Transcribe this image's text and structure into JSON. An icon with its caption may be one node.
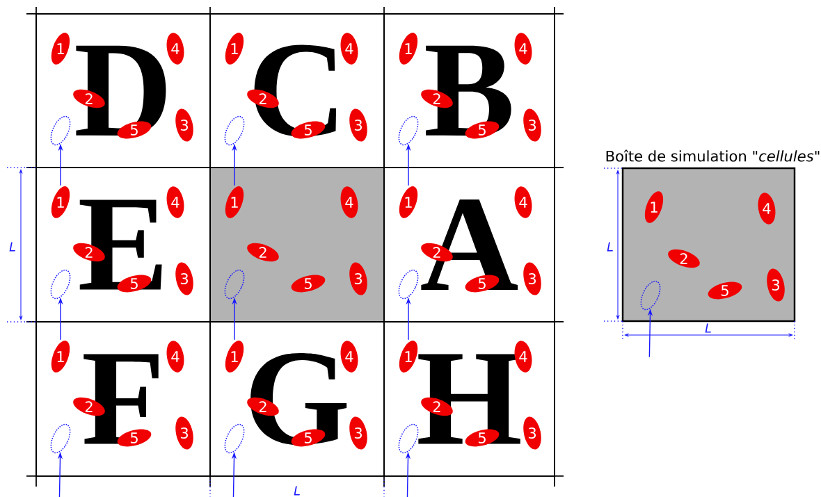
{
  "diagram": {
    "nodes": [
      {
        "text": [
          "D"
        ]
      },
      {
        "text": [
          "1"
        ],
        "in": 0
      },
      {
        "text": [
          "2"
        ],
        "in": 0
      },
      {
        "text": [
          "3"
        ],
        "in": 0
      },
      {
        "text": [
          "4"
        ],
        "in": 0
      },
      {
        "text": [
          "5"
        ],
        "in": 0
      },
      {
        "text": [],
        "shape": "ellipse",
        "in": 0
      },
      {
        "text": [
          "C"
        ]
      },
      {
        "text": [
          "1"
        ],
        "in": 7
      },
      {
        "text": [
          "2"
        ],
        "in": 7
      },
      {
        "text": [
          "3"
        ],
        "in": 7
      },
      {
        "text": [
          "4"
        ],
        "in": 7
      },
      {
        "text": [
          "5"
        ],
        "in": 7
      },
      {
        "text": [],
        "shape": "ellipse",
        "in": 7
      },
      {
        "text": [
          "B"
        ]
      },
      {
        "text": [
          "1"
        ],
        "in": 14
      },
      {
        "text": [
          "2"
        ],
        "in": 14
      },
      {
        "text": [
          "3"
        ],
        "in": 14
      },
      {
        "text": [
          "4"
        ],
        "in": 14
      },
      {
        "text": [
          "5"
        ],
        "in": 14
      },
      {
        "text": [],
        "shape": "ellipse",
        "in": 14
      },
      {
        "text": [
          "E"
        ]
      },
      {
        "text": [
          "1"
        ],
        "in": 21
      },
      {
        "text": [
          "2"
        ],
        "in": 21
      },
      {
        "text": [
          "3"
        ],
        "in": 21
      },
      {
        "text": [
          "4"
        ],
        "in": 21
      },
      {
        "text": [
          "5"
        ],
        "in": 21
      },
      {
        "text": [],
        "shape": "ellipse",
        "in": 21
      },
      {
        "text": [],
        "shape": "box"
      },
      {
        "text": [
          "1"
        ],
        "in": 28
      },
      {
        "text": [
          "2"
        ],
        "in": 28
      },
      {
        "text": [
          "3"
        ],
        "in": 28
      },
      {
        "text": [
          "4"
        ],
        "in": 28
      },
      {
        "text": [
          "5"
        ],
        "in": 28
      },
      {
        "text": [],
        "shape": "ellipse",
        "in": 28
      },
      {
        "text": [
          "A"
        ]
      },
      {
        "text": [
          "1"
        ],
        "in": 35
      },
      {
        "text": [
          "2"
        ],
        "in": 35
      },
      {
        "text": [
          "3"
        ],
        "in": 35
      },
      {
        "text": [
          "4"
        ],
        "in": 35
      },
      {
        "text": [
          "5"
        ],
        "in": 35
      },
      {
        "text": [],
        "shape": "ellipse",
        "in": 35
      },
      {
        "text": [
          "F"
        ]
      },
      {
        "text": [
          "1"
        ],
        "in": 42
      },
      {
        "text": [
          "2"
        ],
        "in": 42
      },
      {
        "text": [
          "3"
        ],
        "in": 42
      },
      {
        "text": [
          "4"
        ],
        "in": 42
      },
      {
        "text": [
          "5"
        ],
        "in": 42
      },
      {
        "text": [],
        "shape": "ellipse",
        "in": 42
      },
      {
        "text": [
          "G"
        ]
      },
      {
        "text": [
          "1"
        ],
        "in": 49
      },
      {
        "text": [
          "2"
        ],
        "in": 49
      },
      {
        "text": [
          "3"
        ],
        "in": 49
      },
      {
        "text": [
          "4"
        ],
        "in": 49
      },
      {
        "text": [
          "5"
        ],
        "in": 49
      },
      {
        "text": [],
        "shape": "ellipse",
        "in": 49
      },
      {
        "text": [
          "H"
        ]
      },
      {
        "text": [
          "1"
        ],
        "in": 56
      },
      {
        "text": [
          "2"
        ],
        "in": 56
      },
      {
        "text": [
          "3"
        ],
        "in": 56
      },
      {
        "text": [
          "4"
        ],
        "in": 56
      },
      {
        "text": [
          "5"
        ],
        "in": 56
      },
      {
        "text": [],
        "shape": "ellipse",
        "in": 56
      },
      {
        "text": [
          "Boîte de simulation *\"cellules\"*"
        ]
      },
      {
        "text": [
          "1"
        ],
        "in": 63
      },
      {
        "text": [
          "2"
        ],
        "in": 63
      },
      {
        "text": [
          "3"
        ],
        "in": 63
      },
      {
        "text": [
          "4"
        ],
        "in": 63
      },
      {
        "text": [
          "5"
        ],
        "in": 63
      },
      {
        "text": [],
        "shape": "ellipse",
        "in": 63
      }
    ],
    "edges": [
      {
        "from": 22,
        "to": 6,
        "arrow": "to"
      },
      {
        "from": 29,
        "to": 13,
        "arrow": "to"
      },
      {
        "from": 36,
        "to": 20,
        "arrow": "to"
      },
      {
        "from": 43,
        "to": 27,
        "arrow": "to"
      },
      {
        "from": 50,
        "to": 34,
        "arrow": "to"
      },
      {
        "from": 57,
        "to": 41,
        "arrow": "to"
      },
      {
        "from": null,
        "to": 48,
        "arrow": "to"
      },
      {
        "from": null,
        "to": 55,
        "arrow": "to"
      },
      {
        "from": null,
        "to": 62,
        "arrow": "to"
      },
      {
        "from": null,
        "to": 69,
        "arrow": "to"
      }
    ],
    "labels": [
      "L",
      "L",
      "L",
      "L"
    ]
  }
}
